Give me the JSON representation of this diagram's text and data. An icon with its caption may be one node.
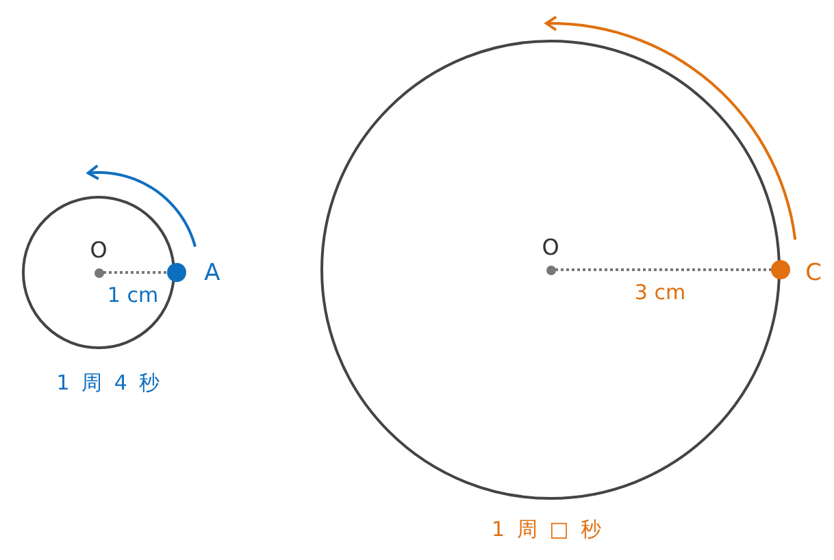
{
  "diagram": {
    "nodes": [
      {
        "text": [
          "O",
          "1 cm"
        ],
        "beside": [
          "1 周 4 秒"
        ]
      },
      {
        "text": [],
        "shape": "circle",
        "in": 0
      },
      {
        "text": [],
        "shape": "circle",
        "beside": [
          "A"
        ]
      },
      {
        "text": [
          "O",
          "3 cm"
        ],
        "beside": [
          "1 周 □ 秒"
        ]
      },
      {
        "text": [],
        "shape": "circle",
        "in": 3
      },
      {
        "text": [],
        "shape": "circle",
        "beside": [
          "C"
        ]
      }
    ],
    "edges": [
      {
        "from": 1,
        "to": 2,
        "arrow": "none",
        "style": "dashed"
      },
      {
        "from": 4,
        "to": 5,
        "arrow": "none",
        "style": "dashed"
      }
    ]
  }
}
